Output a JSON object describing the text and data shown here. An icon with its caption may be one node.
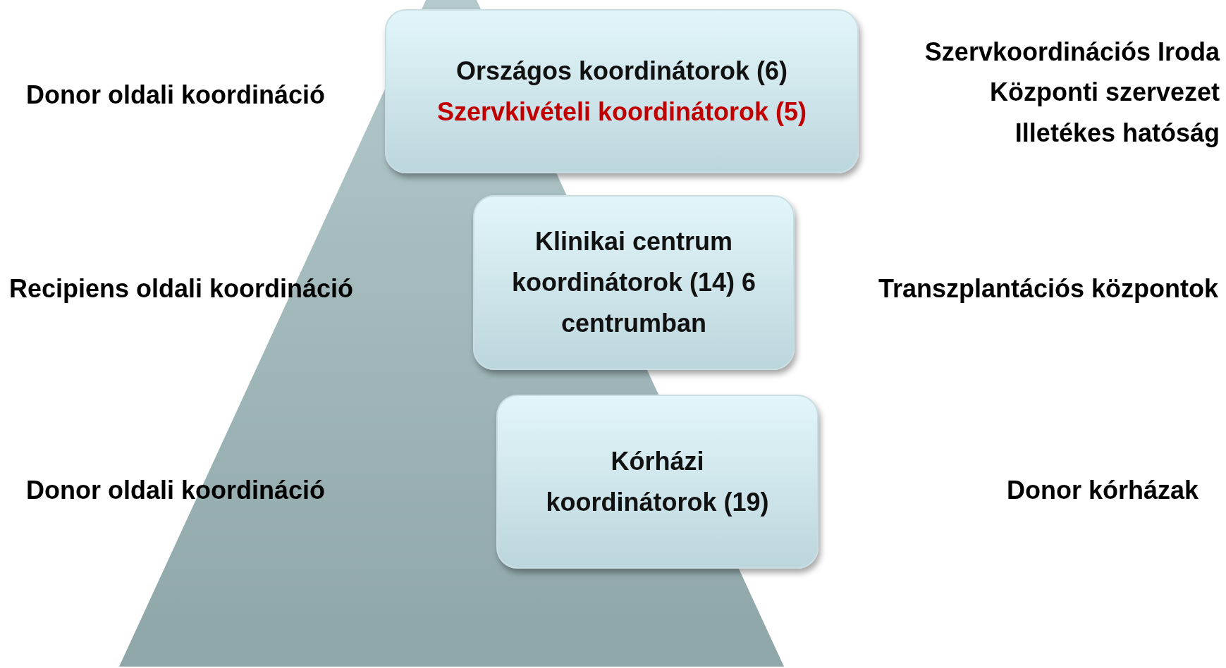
{
  "diagram": {
    "nodes": [
      {
        "text": [
          "Országos koordinátorok (6)",
          "Szervkivételi koordinátorok (5)"
        ]
      },
      {
        "text": [
          "Klinikai centrum koordinátorok (14) 6 centrumban"
        ]
      },
      {
        "text": [
          "Kórházi koordinátorok (19)"
        ]
      }
    ],
    "labels": [
      "Donor oldali koordináció",
      "Szervkoordinációs Iroda",
      "Központi szervezet",
      "Illetékes hatóság",
      "Recipiens oldali koordináció",
      "Transzplantációs központok",
      "Donor oldali koordináció",
      "Donor kórházak"
    ]
  }
}
